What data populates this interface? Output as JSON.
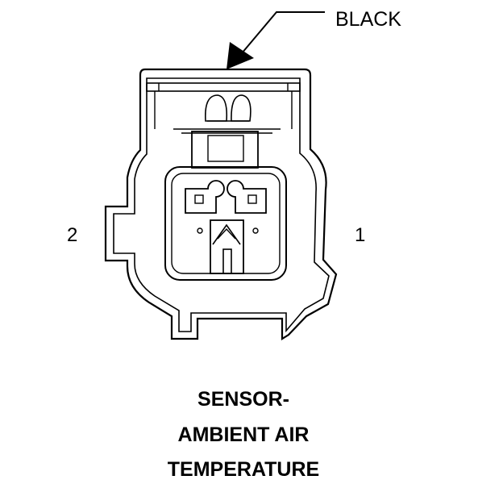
{
  "diagram": {
    "wire_color_label": "BLACK",
    "pin_labels": {
      "left": "2",
      "right": "1"
    },
    "title_lines": [
      "SENSOR-",
      "AMBIENT AIR",
      "TEMPERATURE"
    ]
  }
}
